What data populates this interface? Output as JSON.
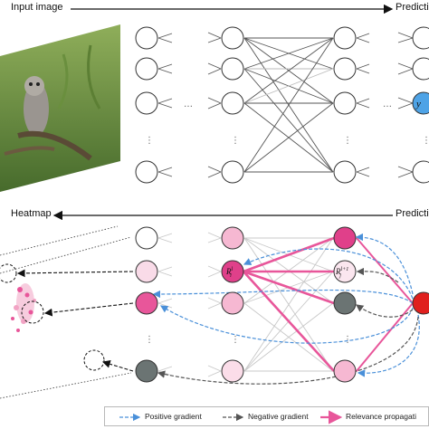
{
  "labels": {
    "input_image": "Input image",
    "prediction_top": "Predictio",
    "heatmap": "Heatmap",
    "prediction_bottom": "Predictio",
    "node_y": "y",
    "node_ri": "R",
    "node_ri_sup": "l",
    "node_ri_sub": "i",
    "node_rj": "R",
    "node_rj_sup": "l+1",
    "node_rj_sub": "j"
  },
  "legend": {
    "positive": "Positive gradient",
    "negative": "Negative gradient",
    "relevance": "Relevance propagati"
  },
  "colors": {
    "positive_gradient": "#4a90d9",
    "negative_gradient": "#666666",
    "relevance": "#e8569a",
    "output_top": "#4ea3e6",
    "output_bottom": "#e0201e",
    "neuron_dark": "#6b7473",
    "heatmap_mid": "#f2a3c4",
    "heatmap_strong": "#e8569a"
  },
  "icons": {
    "dots": "ellipsis",
    "owl_photo": "owl-photo",
    "heatmap_blob": "heatmap-blob"
  }
}
